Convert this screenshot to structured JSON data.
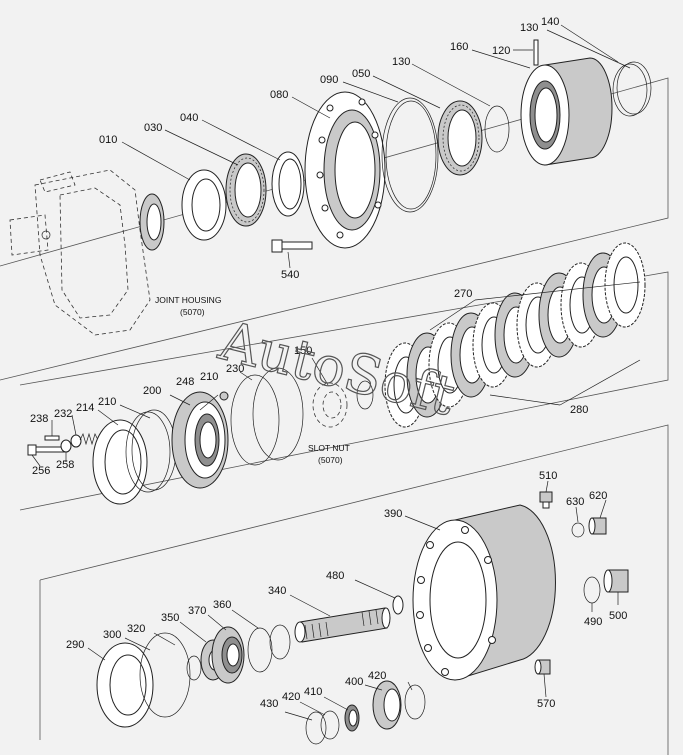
{
  "labels": {
    "p010": "010",
    "p030": "030",
    "p040": "040",
    "p050": "050",
    "p080": "080",
    "p090": "090",
    "p120": "120",
    "p130a": "130",
    "p130b": "130",
    "p140": "140",
    "p160": "160",
    "p540": "540",
    "p150": "150",
    "p200": "200",
    "p210a": "210",
    "p210b": "210",
    "p214": "214",
    "p230": "230",
    "p232": "232",
    "p238": "238",
    "p248": "248",
    "p256": "256",
    "p258": "258",
    "p270": "270",
    "p280": "280",
    "p290": "290",
    "p300": "300",
    "p320": "320",
    "p340": "340",
    "p350": "350",
    "p360": "360",
    "p370": "370",
    "p390": "390",
    "p400": "400",
    "p410": "410",
    "p420a": "420",
    "p420b": "420",
    "p430": "430",
    "p480": "480",
    "p490": "490",
    "p500": "500",
    "p510": "510",
    "p570": "570",
    "p620": "620",
    "p630": "630"
  },
  "captions": {
    "joint_housing_line1": "JOINT HOUSING",
    "joint_housing_line2": "(5070)",
    "slot_nut_line1": "SLOT NUT",
    "slot_nut_line2": "(5070)"
  },
  "watermark": "AutoSoft"
}
